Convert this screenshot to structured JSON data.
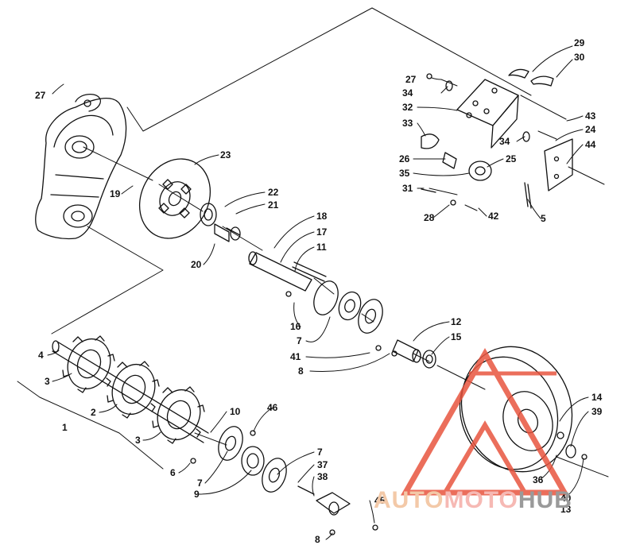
{
  "diagram": {
    "callouts": [
      {
        "id": "c27a",
        "text": "27"
      },
      {
        "id": "c23",
        "text": "23"
      },
      {
        "id": "c19",
        "text": "19"
      },
      {
        "id": "c22",
        "text": "22"
      },
      {
        "id": "c21",
        "text": "21"
      },
      {
        "id": "c20",
        "text": "20"
      },
      {
        "id": "c18",
        "text": "18"
      },
      {
        "id": "c17",
        "text": "17"
      },
      {
        "id": "c11",
        "text": "11"
      },
      {
        "id": "c16",
        "text": "16"
      },
      {
        "id": "c7a",
        "text": "7"
      },
      {
        "id": "c41",
        "text": "41"
      },
      {
        "id": "c8a",
        "text": "8"
      },
      {
        "id": "c12",
        "text": "12"
      },
      {
        "id": "c15",
        "text": "15"
      },
      {
        "id": "c4",
        "text": "4"
      },
      {
        "id": "c3a",
        "text": "3"
      },
      {
        "id": "c2",
        "text": "2"
      },
      {
        "id": "c1",
        "text": "1"
      },
      {
        "id": "c3b",
        "text": "3"
      },
      {
        "id": "c10",
        "text": "10"
      },
      {
        "id": "c46",
        "text": "46"
      },
      {
        "id": "c6",
        "text": "6"
      },
      {
        "id": "c7b",
        "text": "7"
      },
      {
        "id": "c9",
        "text": "9"
      },
      {
        "id": "c7c",
        "text": "7"
      },
      {
        "id": "c37",
        "text": "37"
      },
      {
        "id": "c38",
        "text": "38"
      },
      {
        "id": "c45",
        "text": "45"
      },
      {
        "id": "c8b",
        "text": "8"
      },
      {
        "id": "c14",
        "text": "14"
      },
      {
        "id": "c39",
        "text": "39"
      },
      {
        "id": "c36",
        "text": "36"
      },
      {
        "id": "c40",
        "text": "40"
      },
      {
        "id": "c13",
        "text": "13"
      },
      {
        "id": "c29",
        "text": "29"
      },
      {
        "id": "c30",
        "text": "30"
      },
      {
        "id": "c27b",
        "text": "27"
      },
      {
        "id": "c34a",
        "text": "34"
      },
      {
        "id": "c32",
        "text": "32"
      },
      {
        "id": "c33",
        "text": "33"
      },
      {
        "id": "c43",
        "text": "43"
      },
      {
        "id": "c24",
        "text": "24"
      },
      {
        "id": "c34b",
        "text": "34"
      },
      {
        "id": "c44",
        "text": "44"
      },
      {
        "id": "c26",
        "text": "26"
      },
      {
        "id": "c25",
        "text": "25"
      },
      {
        "id": "c35",
        "text": "35"
      },
      {
        "id": "c31",
        "text": "31"
      },
      {
        "id": "c28",
        "text": "28"
      },
      {
        "id": "c42",
        "text": "42"
      },
      {
        "id": "c5",
        "text": "5"
      }
    ]
  },
  "watermark": {
    "part1": "AUTO",
    "part2": "MOTO",
    "part3": "HUB",
    "logo_color": "#e8553f",
    "text_colors": [
      "#f3c9a8",
      "#f6b9b4",
      "#9a9a9a"
    ]
  }
}
